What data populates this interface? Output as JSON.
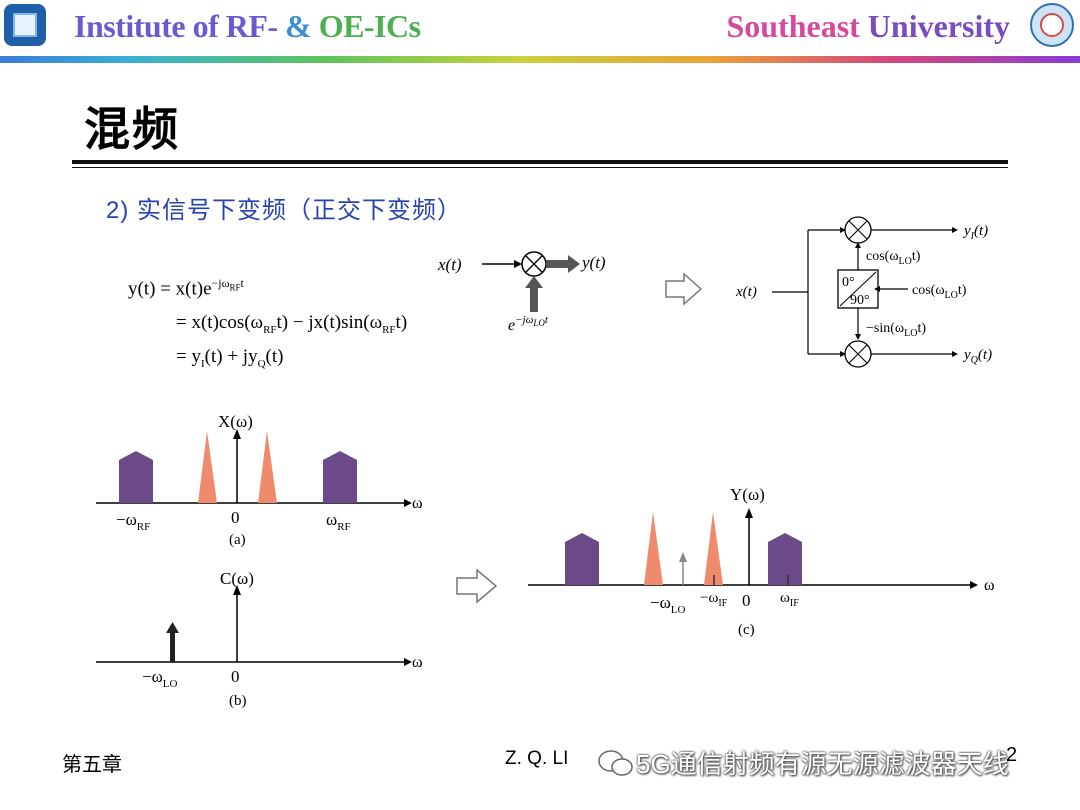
{
  "header": {
    "title_part1": "Institute of RF-",
    "title_part2": " & ",
    "title_part3": "OE-ICs",
    "university_part1": "Southeast",
    "university_part2": " University"
  },
  "page_title": "混频",
  "subtitle": "2) 实信号下变频（正交下变频）",
  "equations": {
    "line1_lhs": "y(t) = x(t)e",
    "line1_exp": "−jω",
    "line1_exp_sub": "RF",
    "line1_exp_end": "t",
    "line2": "= x(t)cos(ω",
    "line2_sub": "RF",
    "line2_mid": "t) − jx(t)sin(ω",
    "line2_sub2": "RF",
    "line2_end": "t)",
    "line3": "= y",
    "line3_sub": "I",
    "line3_mid": "(t) + jy",
    "line3_sub2": "Q",
    "line3_end": "(t)"
  },
  "mixer_simple": {
    "input": "x(t)",
    "output": "y(t)",
    "lo": "e",
    "lo_exp": "−jω",
    "lo_exp_sub": "LO",
    "lo_exp_end": "t"
  },
  "quadrature": {
    "input": "x(t)",
    "out_i": "y",
    "out_i_sub": "I",
    "out_i_end": "(t)",
    "out_q": "y",
    "out_q_sub": "Q",
    "out_q_end": "(t)",
    "cos_top": "cos(ω",
    "cos_top_sub": "LO",
    "cos_top_end": "t)",
    "cos_in": "cos(ω",
    "cos_in_sub": "LO",
    "cos_in_end": "t)",
    "sin_bottom": "−sin(ω",
    "sin_bottom_sub": "LO",
    "sin_bottom_end": "t)",
    "phase_0": "0°",
    "phase_90": "90°"
  },
  "plot_a": {
    "ylabel": "X(ω)",
    "xlabel": "ω",
    "tick_neg": "−ω",
    "tick_neg_sub": "RF",
    "tick_zero": "0",
    "tick_pos": "ω",
    "tick_pos_sub": "RF",
    "caption": "(a)"
  },
  "plot_b": {
    "ylabel": "C(ω)",
    "xlabel": "ω",
    "tick_neg": "−ω",
    "tick_neg_sub": "LO",
    "tick_zero": "0",
    "caption": "(b)"
  },
  "plot_c": {
    "ylabel": "Y(ω)",
    "xlabel": "ω",
    "tick_lo": "−ω",
    "tick_lo_sub": "LO",
    "tick_if_neg": "−ω",
    "tick_if_neg_sub": "IF",
    "tick_zero": "0",
    "tick_if": "ω",
    "tick_if_sub": "IF",
    "caption": "(c)"
  },
  "colors": {
    "rf_band": "#6b4a8a",
    "if_band": "#f08a6c",
    "title_blue": "#2743b0"
  },
  "footer": {
    "chapter": "第五章",
    "author": "Z. Q. LI",
    "watermark": "5G通信射频有源无源滤波器天线",
    "page_number": "2"
  }
}
